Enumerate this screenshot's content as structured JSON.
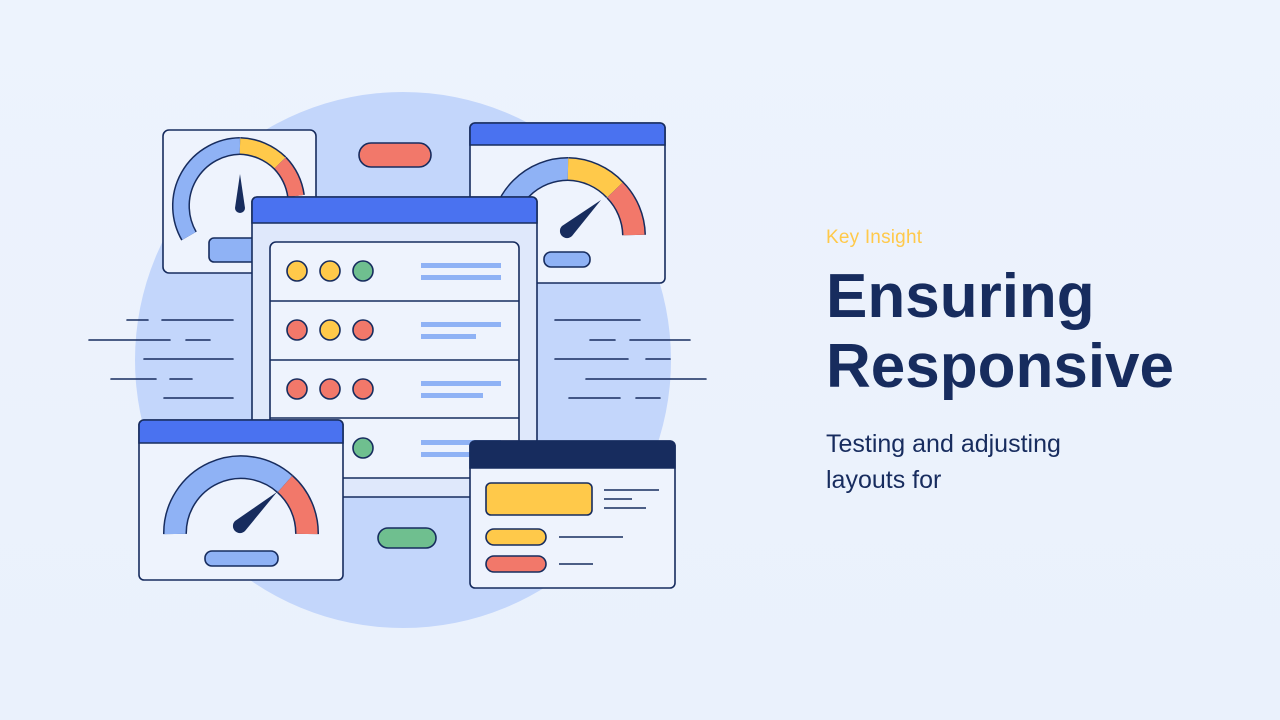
{
  "slide": {
    "eyebrow": "Key Insight",
    "title_line1": "Ensuring",
    "title_line2": "Responsive",
    "subtitle_line1": "Testing and adjusting",
    "subtitle_line2": "layouts for"
  },
  "colors": {
    "background": "#ecf2fc",
    "navy": "#172c5e",
    "accent_yellow": "#ffc94a",
    "accent_blue": "#4a72f0",
    "soft_blue": "#8fb2f5",
    "coral": "#f2786a",
    "green": "#6fbf8f"
  },
  "illustration": {
    "gauge_top_left_icon": "gauge-icon",
    "gauge_top_right_icon": "gauge-icon",
    "gauge_bottom_left_icon": "gauge-icon",
    "server_icon": "server-rack-icon",
    "card_icon": "settings-card-icon"
  }
}
